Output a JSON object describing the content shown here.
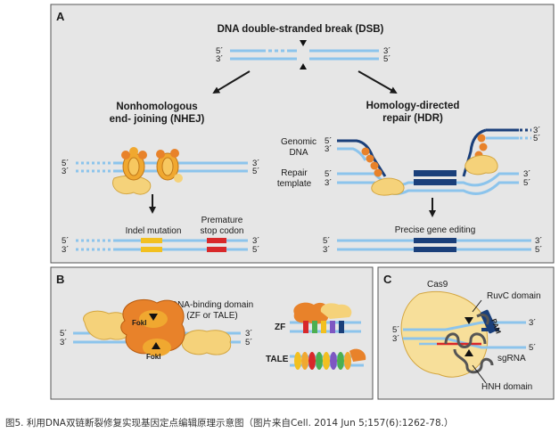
{
  "panelA": {
    "letter": "A",
    "title": "DNA double-stranded break (DSB)",
    "nhej_title_1": "Nonhomologous",
    "nhej_title_2": "end- joining (NHEJ)",
    "hdr_title_1": "Homology-directed",
    "hdr_title_2": "repair (HDR)",
    "genomic_dna_1": "Genomic",
    "genomic_dna_2": "DNA",
    "repair_template_1": "Repair",
    "repair_template_2": "template",
    "indel": "Indel mutation",
    "premature_1": "Premature",
    "premature_2": "stop codon",
    "precise": "Precise gene editing",
    "end5": "5´",
    "end3": "3´"
  },
  "panelB": {
    "letter": "B",
    "dbd_1": "DNA-binding domain",
    "dbd_2": "(ZF or TALE)",
    "foki": "FokI",
    "zf": "ZF",
    "tale": "TALE"
  },
  "panelC": {
    "letter": "C",
    "cas9": "Cas9",
    "ruvc": "RuvC domain",
    "pam": "PAM",
    "sgrna": "sgRNA",
    "hnh": "HNH domain"
  },
  "caption": "图5. 利用DNA双链断裂修复实现基因定点编辑原理示意图（图片来自Cell. 2014 Jun 5;157(6):1262-78.）",
  "colors": {
    "panel_bg": "#e6e6e6",
    "dna_light": "#8cc4ec",
    "dna_dark": "#1a3f7a",
    "protein": "#f5d27a",
    "foki": "#e8822a",
    "indel": "#f2c020",
    "stop": "#d8282a"
  }
}
